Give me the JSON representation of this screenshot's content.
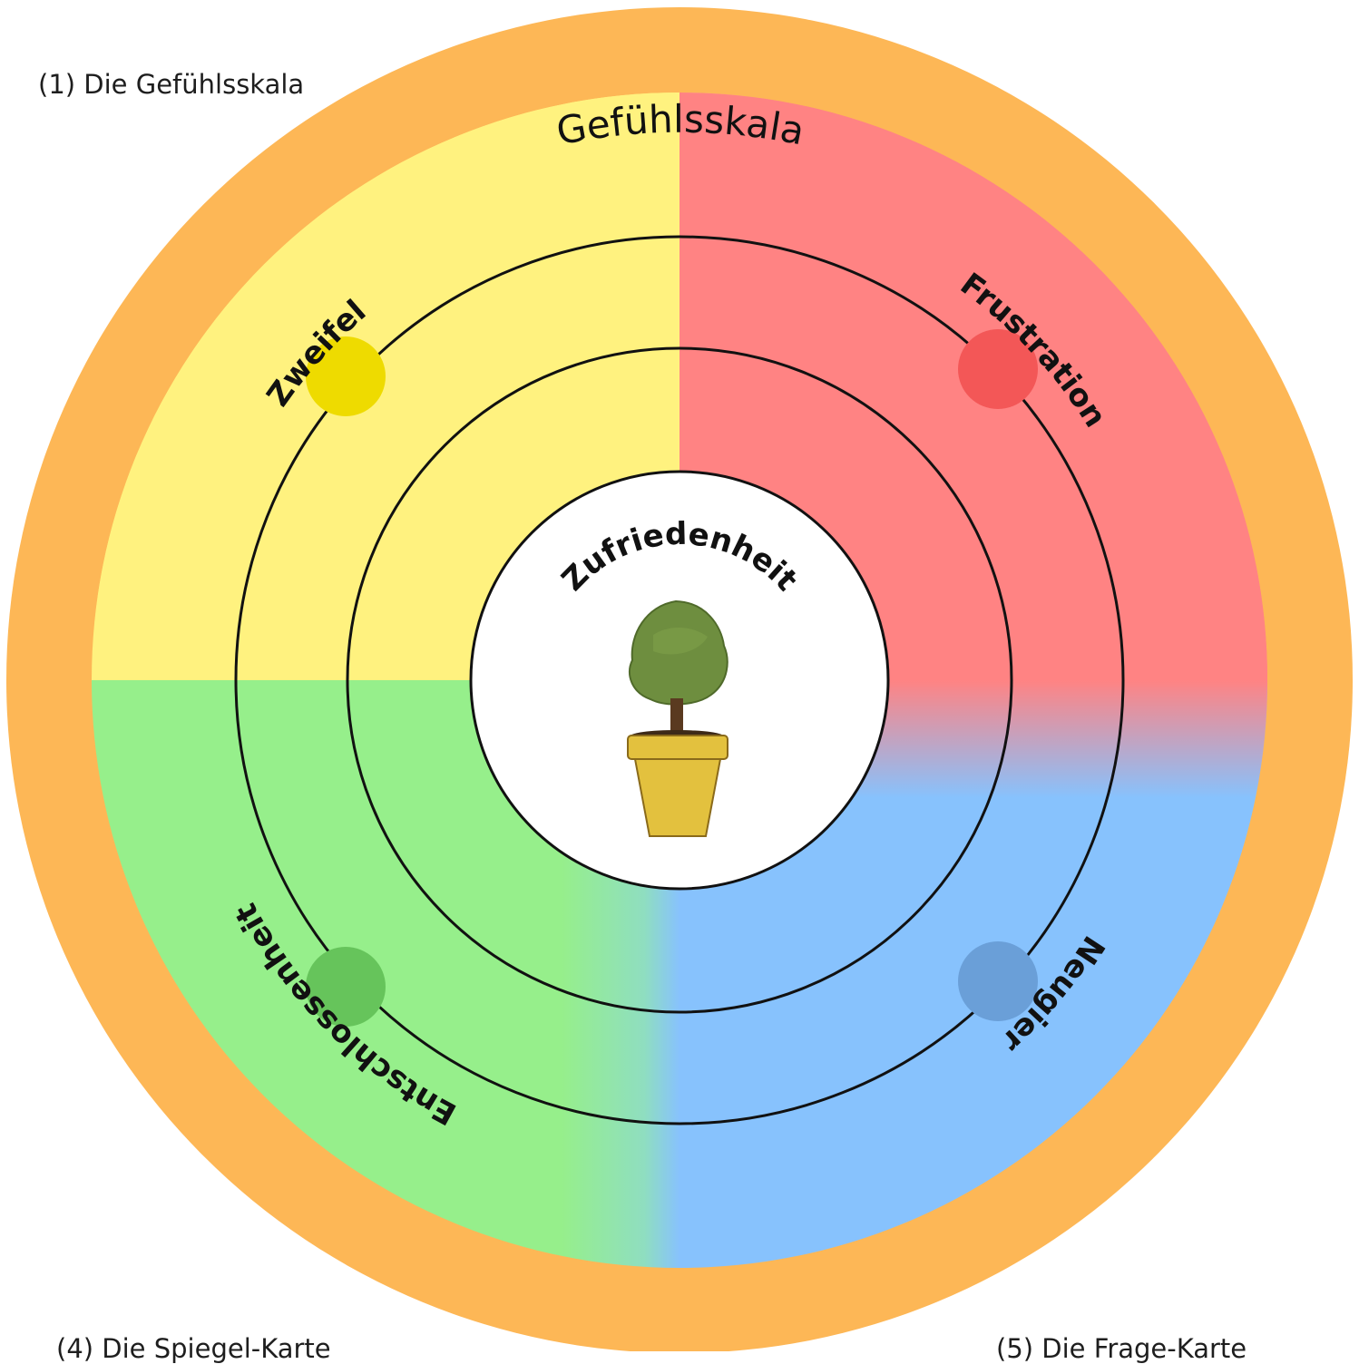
{
  "title": "Gefühlsskala",
  "captions": {
    "top_left": "(1) Die Gefühlsskala",
    "bottom_left": "(4) Die Spiegel-Karte",
    "bottom_right": "(5) Die Frage-Karte"
  },
  "center": {
    "label": "Zufriedenheit",
    "icon": "potted-tree-icon"
  },
  "emotions": [
    {
      "label": "Zweifel",
      "quadrant": "top-left",
      "color": "#FFF27F",
      "dot_color": "#EEDB00"
    },
    {
      "label": "Frustration",
      "quadrant": "top-right",
      "color": "#FF8383",
      "dot_color": "#F35757"
    },
    {
      "label": "Entschlossenheit",
      "quadrant": "bottom-left",
      "color": "#96EF8B",
      "dot_color": "#66C45B"
    },
    {
      "label": "Neugier",
      "quadrant": "bottom-right",
      "color": "#87C2FD",
      "dot_color": "#6A9FD8"
    }
  ],
  "colors": {
    "outer_ring": "#FDB756",
    "ring_line": "#111111",
    "center_fill": "#FFFFFF"
  }
}
